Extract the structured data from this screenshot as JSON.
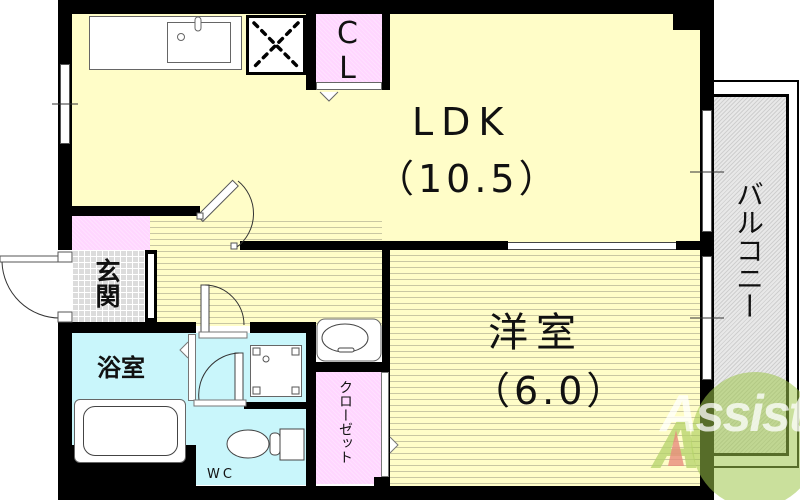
{
  "floor_plan": {
    "layout_type": "1LDK",
    "rooms": {
      "ldk": {
        "name": "LDK",
        "size": "（10.5）"
      },
      "western_room": {
        "name": "洋室",
        "size": "（6.0）"
      },
      "entrance": {
        "name": "玄関"
      },
      "bathroom": {
        "name": "浴室"
      },
      "toilet": {
        "name": "WC"
      },
      "closet": {
        "name": "クローゼット"
      },
      "kitchen_closet": {
        "name": "CL"
      },
      "balcony": {
        "name": "バルコニー"
      }
    },
    "fixtures": [
      "kitchen-sink",
      "gas-stove",
      "bathtub",
      "toilet",
      "washbasin",
      "washing-machine-pan"
    ],
    "watermark": {
      "text": "Assist"
    },
    "colors": {
      "ldk_floor": "#fffdc8",
      "wet_area": "#c9f6fb",
      "closet": "#ffd6ff",
      "entrance_tile": "#dcdcdc",
      "balcony": "#e4e4e4",
      "wall": "#000000",
      "watermark_green": "#9ec64a",
      "watermark_red": "#e88c7d"
    }
  }
}
